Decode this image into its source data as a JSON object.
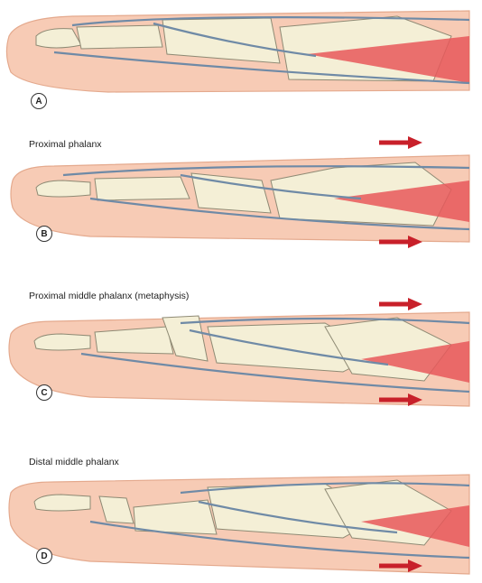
{
  "panels": [
    {
      "label": "A",
      "caption": ""
    },
    {
      "label": "B",
      "caption": "Proximal phalanx"
    },
    {
      "label": "C",
      "caption": "Proximal middle phalanx (metaphysis)"
    },
    {
      "label": "D",
      "caption": "Distal middle phalanx"
    }
  ],
  "colors": {
    "skin": "#f7cbb5",
    "skin_edge": "#e4a98d",
    "bone": "#f4efd6",
    "bone_edge": "#8e8a74",
    "tendon": "#b7cde0",
    "tendon_edge": "#6f8aa6",
    "muscle": "#e8585a",
    "arrow": "#c8202a"
  }
}
